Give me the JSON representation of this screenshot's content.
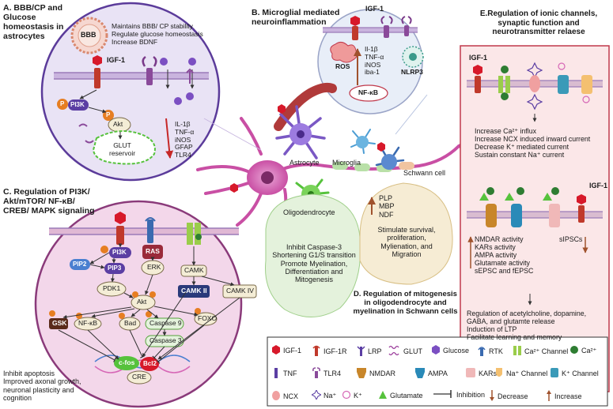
{
  "colors": {
    "astro_bg": "#e9e3f5",
    "astro_ring": "#5b3b9a",
    "pi3k_bg": "#f3d7ea",
    "pi3k_ring": "#8a3a7a",
    "micro_bg": "#e8eef8",
    "oligo_bg": "#e4f2dc",
    "schwann_bg": "#f6ecd4",
    "ionic_bg": "#fbe7e8",
    "ionic_border": "#c0394b",
    "igf1": "#d7192a",
    "membrane": "#9b7bb8",
    "neuron": "#d667b6",
    "astrocyte": "#7a58c4",
    "microglia": "#4a9cd3",
    "oligo": "#56c23c",
    "red_arrow": "#c62828",
    "brown_arrow": "#a0522d"
  },
  "panel_a": {
    "title": [
      "A. BBB/CP and",
      "Glucose",
      "homeostasis in",
      "astrocytes"
    ],
    "bbb": "BBB",
    "effects": [
      "Maintains BBB/ CP stability",
      "Regulate glucose homeostasis",
      "Increase BDNF"
    ],
    "igf": "IGF-1",
    "pi3k": "PI3K",
    "p": "P",
    "akt": "Akt",
    "glut": [
      "GLUT",
      "reservoir"
    ],
    "down": [
      "IL-1β",
      "TNF-α",
      "iNOS",
      "GFAP",
      "TLR4"
    ]
  },
  "panel_b": {
    "title": [
      "B. Microglial mediated",
      "neuroinflammation"
    ],
    "igf": "IGF-1",
    "ros": "ROS",
    "markers": [
      "Il-1β",
      "TNF-α",
      "iNOS",
      "iba-1"
    ],
    "nfkb": "NF-κB",
    "nlrp3": "NLRP3"
  },
  "cells": {
    "astrocyte": "Astrocyte",
    "microglia": "Microglia",
    "schwann": "Schwann cell",
    "oligo": "Oligodendrocyte"
  },
  "panel_c": {
    "title": [
      "C. Regulation of PI3K/",
      "Akt/mTOR/ NF-κB/",
      "CREB/ MAPK signaling"
    ],
    "pi3k": "PI3K",
    "ras": "RAS",
    "pip2": "PIP2",
    "pip3": "PIP3",
    "erk": "ERK",
    "camk": "CAMK",
    "camk2": "CAMK II",
    "camk4": "CAMK IV",
    "pdk1": "PDK1",
    "akt": "Akt",
    "gsk": "GSK",
    "nfkb": "NF-κB",
    "bad": "Bad",
    "casp9": "Caspase 9",
    "casp3": "Caspase 3",
    "foxo": "FOXO",
    "cfos": "c-fos",
    "bcl2": "Bcl2",
    "cre": "CRE",
    "p": "P",
    "outcome": [
      "Inhibit apoptosis",
      "Improved axonal growth,",
      "neuronal plasticity and",
      "cognition"
    ]
  },
  "oligo_panel": {
    "effects": [
      "Inhibit Caspase-3",
      "Shortening G1/S transition",
      "Promote Myelination,",
      "Differentiation and",
      "Mitogenesis"
    ]
  },
  "panel_d": {
    "markers": [
      "PLP",
      "MBP",
      "NDF"
    ],
    "effects": [
      "Stimulate survival,",
      "proliferation,",
      "Mylienation,  and",
      "Migration"
    ],
    "title": [
      "D. Regulation of mitogenesis",
      "in oligodendrocyte and",
      "myelination in Schwann cells"
    ]
  },
  "panel_e": {
    "title": [
      "E.Regulation of ionic channels,",
      "synaptic function  and",
      "neurotransmitter relaese"
    ],
    "igf": "IGF-1",
    "effects1": [
      "Increase Ca²⁺ influx",
      "Increase NCX induced inward current",
      "Decrease K⁺ mediated current",
      "Sustain constant  Na⁺ current"
    ],
    "igf2": "IGF-1",
    "effects2": [
      "NMDAR activity",
      "KARs activity",
      "AMPA activity",
      "Glutamate activity",
      "sEPSC and fEPSC"
    ],
    "sipsc": "sIPSCs",
    "effects3": [
      "Regulation of acetylcholine, dopamine,",
      "GABA, and  glutamte release",
      "Induction of LTP",
      "Facilitate learning and memory"
    ]
  },
  "legend": {
    "items": [
      {
        "label": "IGF-1",
        "icon": "igf1-icon"
      },
      {
        "label": "IGF-1R",
        "icon": "igf1r-icon"
      },
      {
        "label": "LRP",
        "icon": "lrp-icon"
      },
      {
        "label": "GLUT",
        "icon": "glut-icon"
      },
      {
        "label": "Glucose",
        "icon": "glucose-icon"
      },
      {
        "label": "RTK",
        "icon": "rtk-icon"
      },
      {
        "label": "Ca²⁺ Channel",
        "icon": "ca-channel-icon"
      },
      {
        "label": "Ca²⁺",
        "icon": "ca-icon"
      },
      {
        "label": "TNF",
        "icon": "tnf-icon"
      },
      {
        "label": "TLR4",
        "icon": "tlr4-icon"
      },
      {
        "label": "NMDAR",
        "icon": "nmdar-icon"
      },
      {
        "label": "AMPA",
        "icon": "ampa-icon"
      },
      {
        "label": "KARs",
        "icon": "kars-icon"
      },
      {
        "label": "Na⁺ Channel",
        "icon": "na-channel-icon"
      },
      {
        "label": "K⁺ Channel",
        "icon": "k-channel-icon"
      },
      {
        "label": "NCX",
        "icon": "ncx-icon"
      },
      {
        "label": "Na⁺",
        "icon": "na-icon"
      },
      {
        "label": "K⁺",
        "icon": "k-icon"
      },
      {
        "label": "Glutamate",
        "icon": "glutamate-icon"
      },
      {
        "label": "Inhibition",
        "icon": "inhibition-icon"
      },
      {
        "label": "Decrease",
        "icon": "decrease-icon"
      },
      {
        "label": "Increase",
        "icon": "increase-icon"
      }
    ]
  }
}
